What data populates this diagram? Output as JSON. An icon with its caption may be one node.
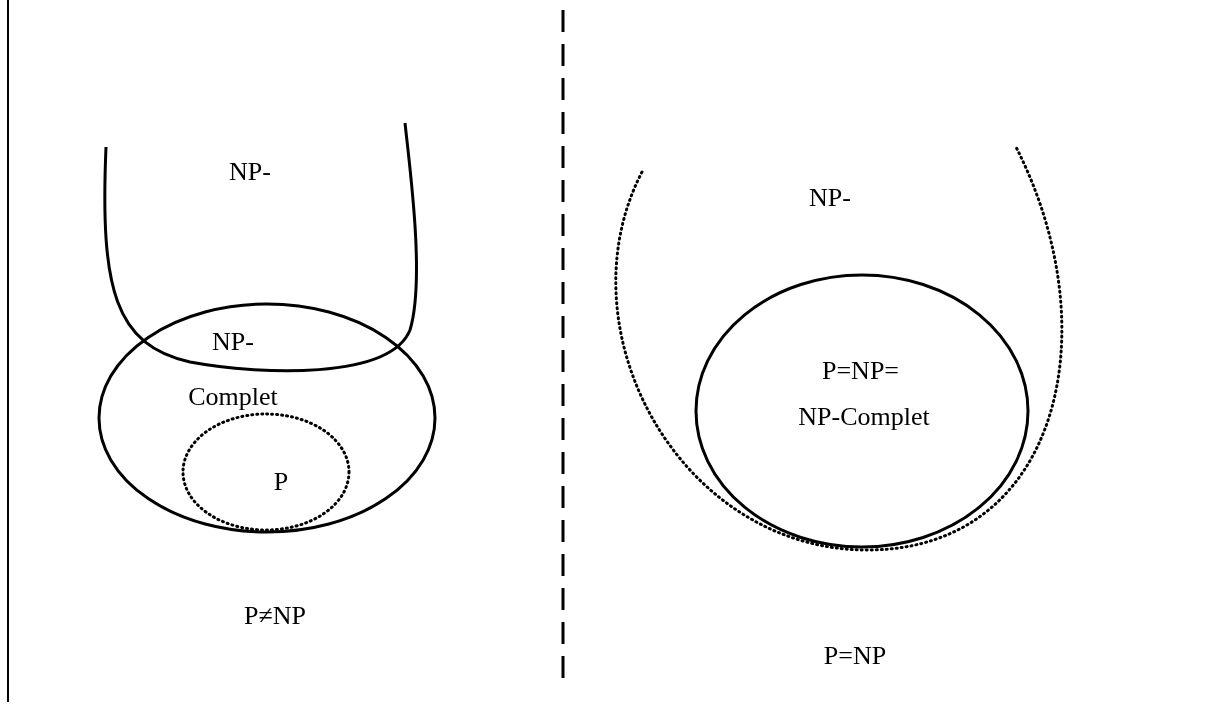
{
  "diagram": {
    "nodes": [
      {
        "text": [
          "NP-"
        ]
      },
      {
        "text": [
          "NP- Complet"
        ]
      },
      {
        "text": [
          "P"
        ],
        "in": 1
      },
      {
        "text": [
          "NP-"
        ]
      },
      {
        "text": [
          "P=NP=",
          "NP-Complet"
        ],
        "in": 3
      }
    ],
    "labels": [
      "P≠NP",
      "P=NP"
    ]
  }
}
